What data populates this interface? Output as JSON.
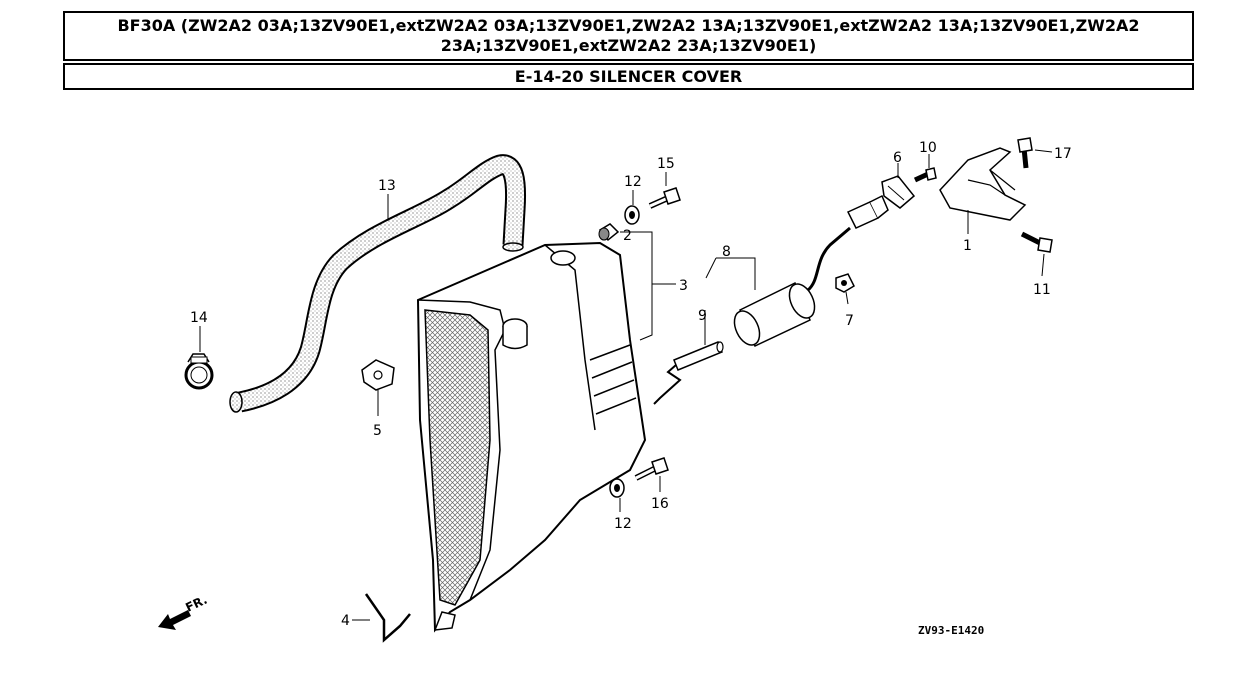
{
  "header": {
    "model_line": "BF30A (ZW2A2 03A;13ZV90E1,extZW2A2 03A;13ZV90E1,ZW2A2 13A;13ZV90E1,extZW2A2 13A;13ZV90E1,ZW2A2 23A;13ZV90E1,extZW2A2 23A;13ZV90E1)",
    "section_title": "E-14-20 SILENCER COVER"
  },
  "diagram": {
    "callouts": [
      "1",
      "2",
      "3",
      "4",
      "5",
      "6",
      "7",
      "8",
      "9",
      "10",
      "11",
      "12",
      "12",
      "13",
      "14",
      "15",
      "16",
      "17"
    ],
    "direction_label": "FR.",
    "drawing_code": "ZV93-E1420"
  }
}
